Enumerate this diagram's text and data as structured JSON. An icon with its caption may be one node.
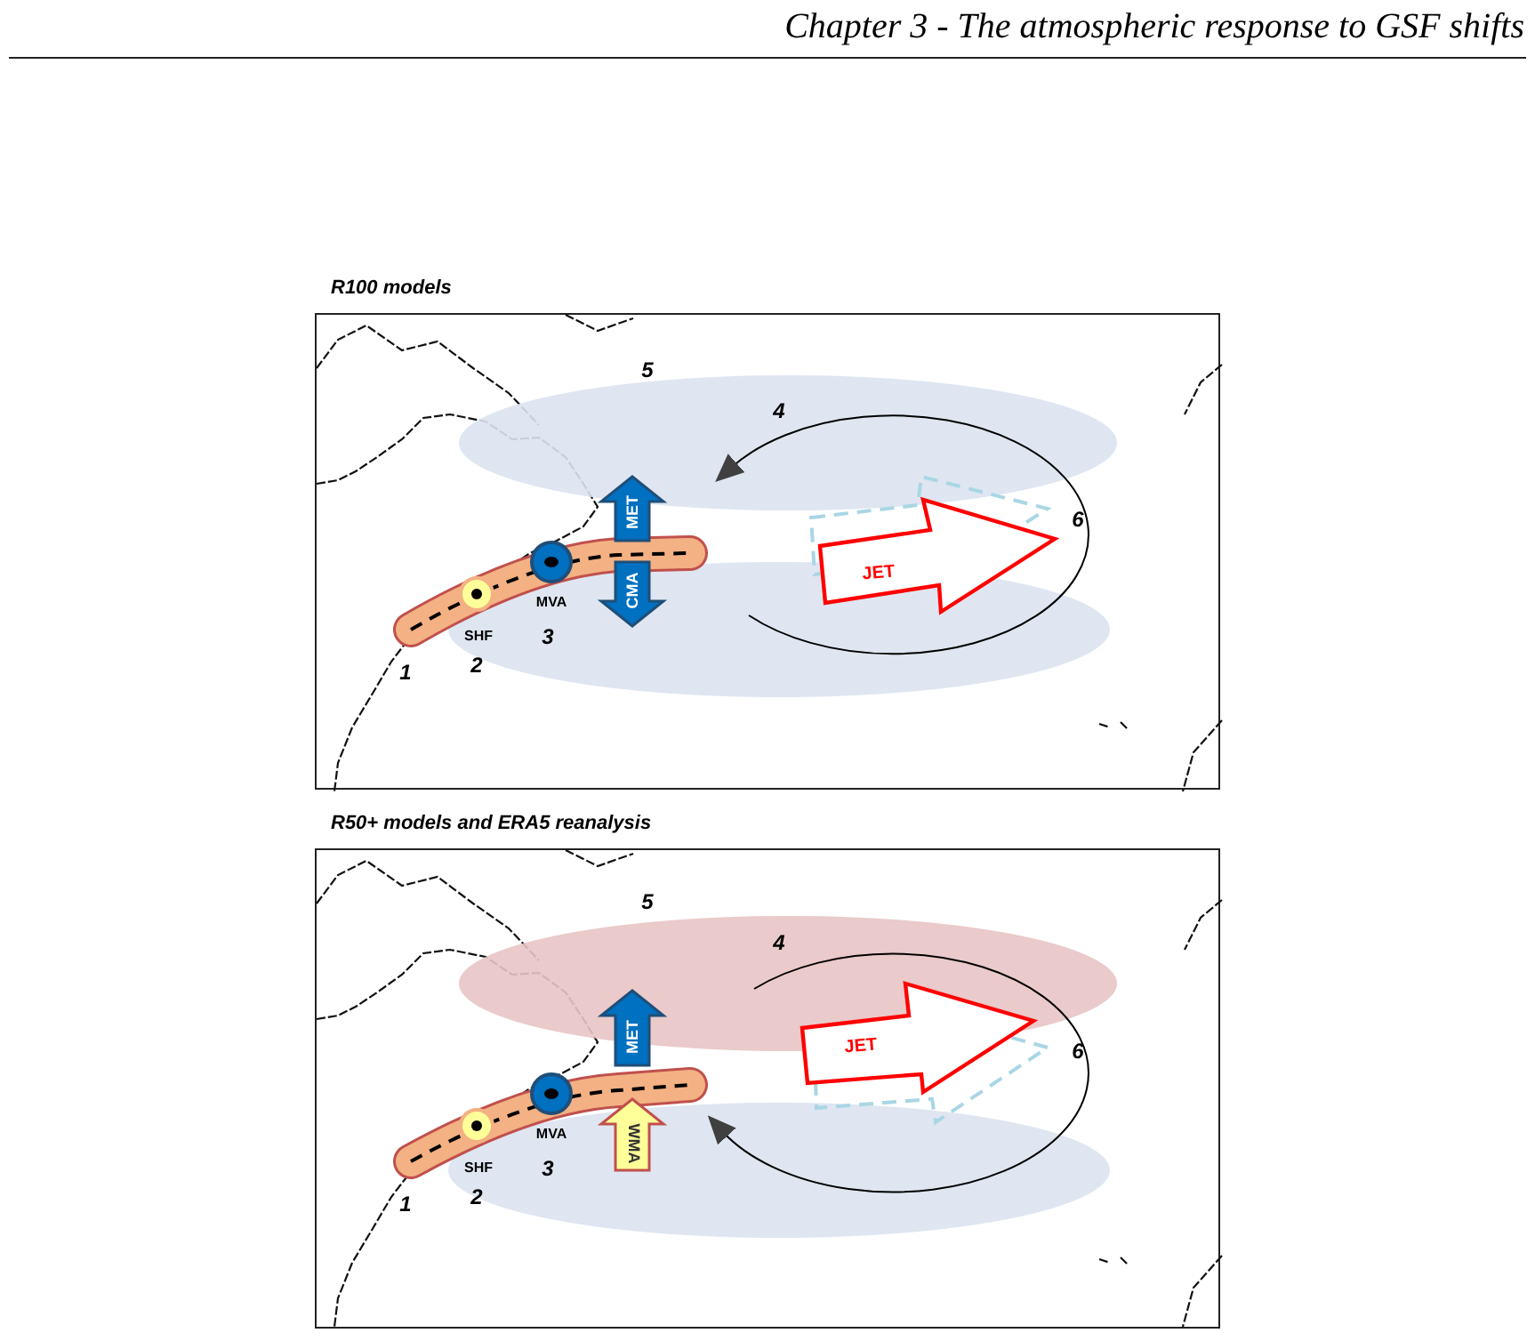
{
  "diagram": {
    "nodes": [
      {
        "text": [
          "R100 models"
        ]
      },
      {
        "text": [
          "MET"
        ],
        "in": 0
      },
      {
        "text": [
          "CMA"
        ],
        "in": 0
      },
      {
        "text": [
          "JET"
        ],
        "in": 0
      },
      {
        "text": [
          "R50+ models and ERA5 reanalysis"
        ]
      },
      {
        "text": [
          "MET"
        ],
        "in": 4
      },
      {
        "text": [
          "WMA"
        ],
        "in": 4
      },
      {
        "text": [
          "JET"
        ],
        "in": 4
      }
    ],
    "edges": [],
    "labels": [
      "Chapter 3 - The atmospheric response to GSF shifts",
      "5",
      "4",
      "6",
      "MVA",
      "SHF",
      "3",
      "1",
      "2",
      "5",
      "4",
      "6",
      "MVA",
      "SHF",
      "3",
      "1",
      "2"
    ]
  }
}
